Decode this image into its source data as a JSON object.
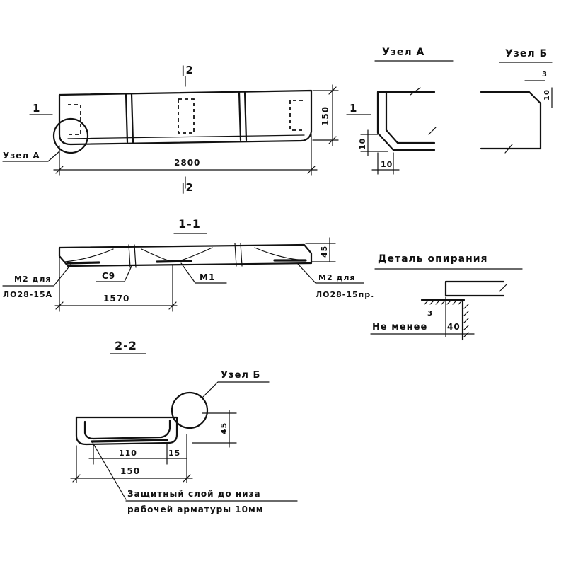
{
  "plan": {
    "section_mark_top": "|2",
    "section_mark_bottom": "|2",
    "section_mark_left": "1",
    "height_dim": "150",
    "length_dim": "2800",
    "node_a_callout": "Узел А"
  },
  "node_a": {
    "title": "Узел А",
    "section_mark": "1",
    "dim_vertical": "10",
    "dim_horizontal": "10"
  },
  "node_b": {
    "title": "Узел Б",
    "dim_a": "3",
    "dim_b": "10"
  },
  "section_1_1": {
    "title": "1-1",
    "height_dim": "45",
    "left_note_line1": "М2 для",
    "left_note_line2": "ЛО28-15А",
    "joint_label": "С9",
    "half_length_dim": "1570",
    "center_label": "М1",
    "right_note_line1": "М2 для",
    "right_note_line2": "ЛО28-15пр."
  },
  "support_detail": {
    "title": "Деталь опирания",
    "note": "Не менее",
    "dim_small": "3",
    "dim_main": "40"
  },
  "section_2_2": {
    "title": "2-2",
    "callout": "Узел Б",
    "height_dim": "45",
    "inner_dim": "110",
    "edge_dim": "15",
    "width_dim": "150",
    "cover_note_line1": "Защитный слой до низа",
    "cover_note_line2": "рабочей арматуры 10мм"
  }
}
